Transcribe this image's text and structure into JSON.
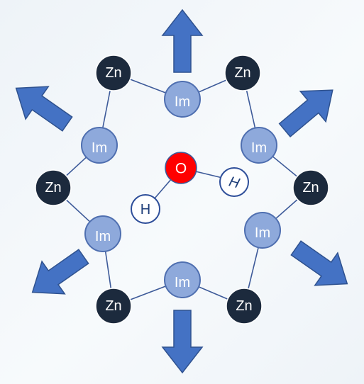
{
  "diagram": {
    "atoms": {
      "zn_labels": [
        "Zn",
        "Zn",
        "Zn",
        "Zn",
        "Zn",
        "Zn"
      ],
      "im_labels": [
        "Im",
        "Im",
        "Im",
        "Im",
        "Im",
        "Im"
      ],
      "oxygen_label": "O",
      "hydrogen_labels": [
        "H",
        "H"
      ]
    },
    "colors": {
      "zinc": "#1c2a3d",
      "imidazolate": "#8ea9db",
      "imidazolate_border": "#4f6fb0",
      "oxygen": "#ff0000",
      "hydrogen_fill": "#ffffff",
      "hydrogen_border": "#2f4f9a",
      "arrow": "#4472c4",
      "arrow_border": "#2f528f",
      "bond": "#3d5a99"
    }
  }
}
